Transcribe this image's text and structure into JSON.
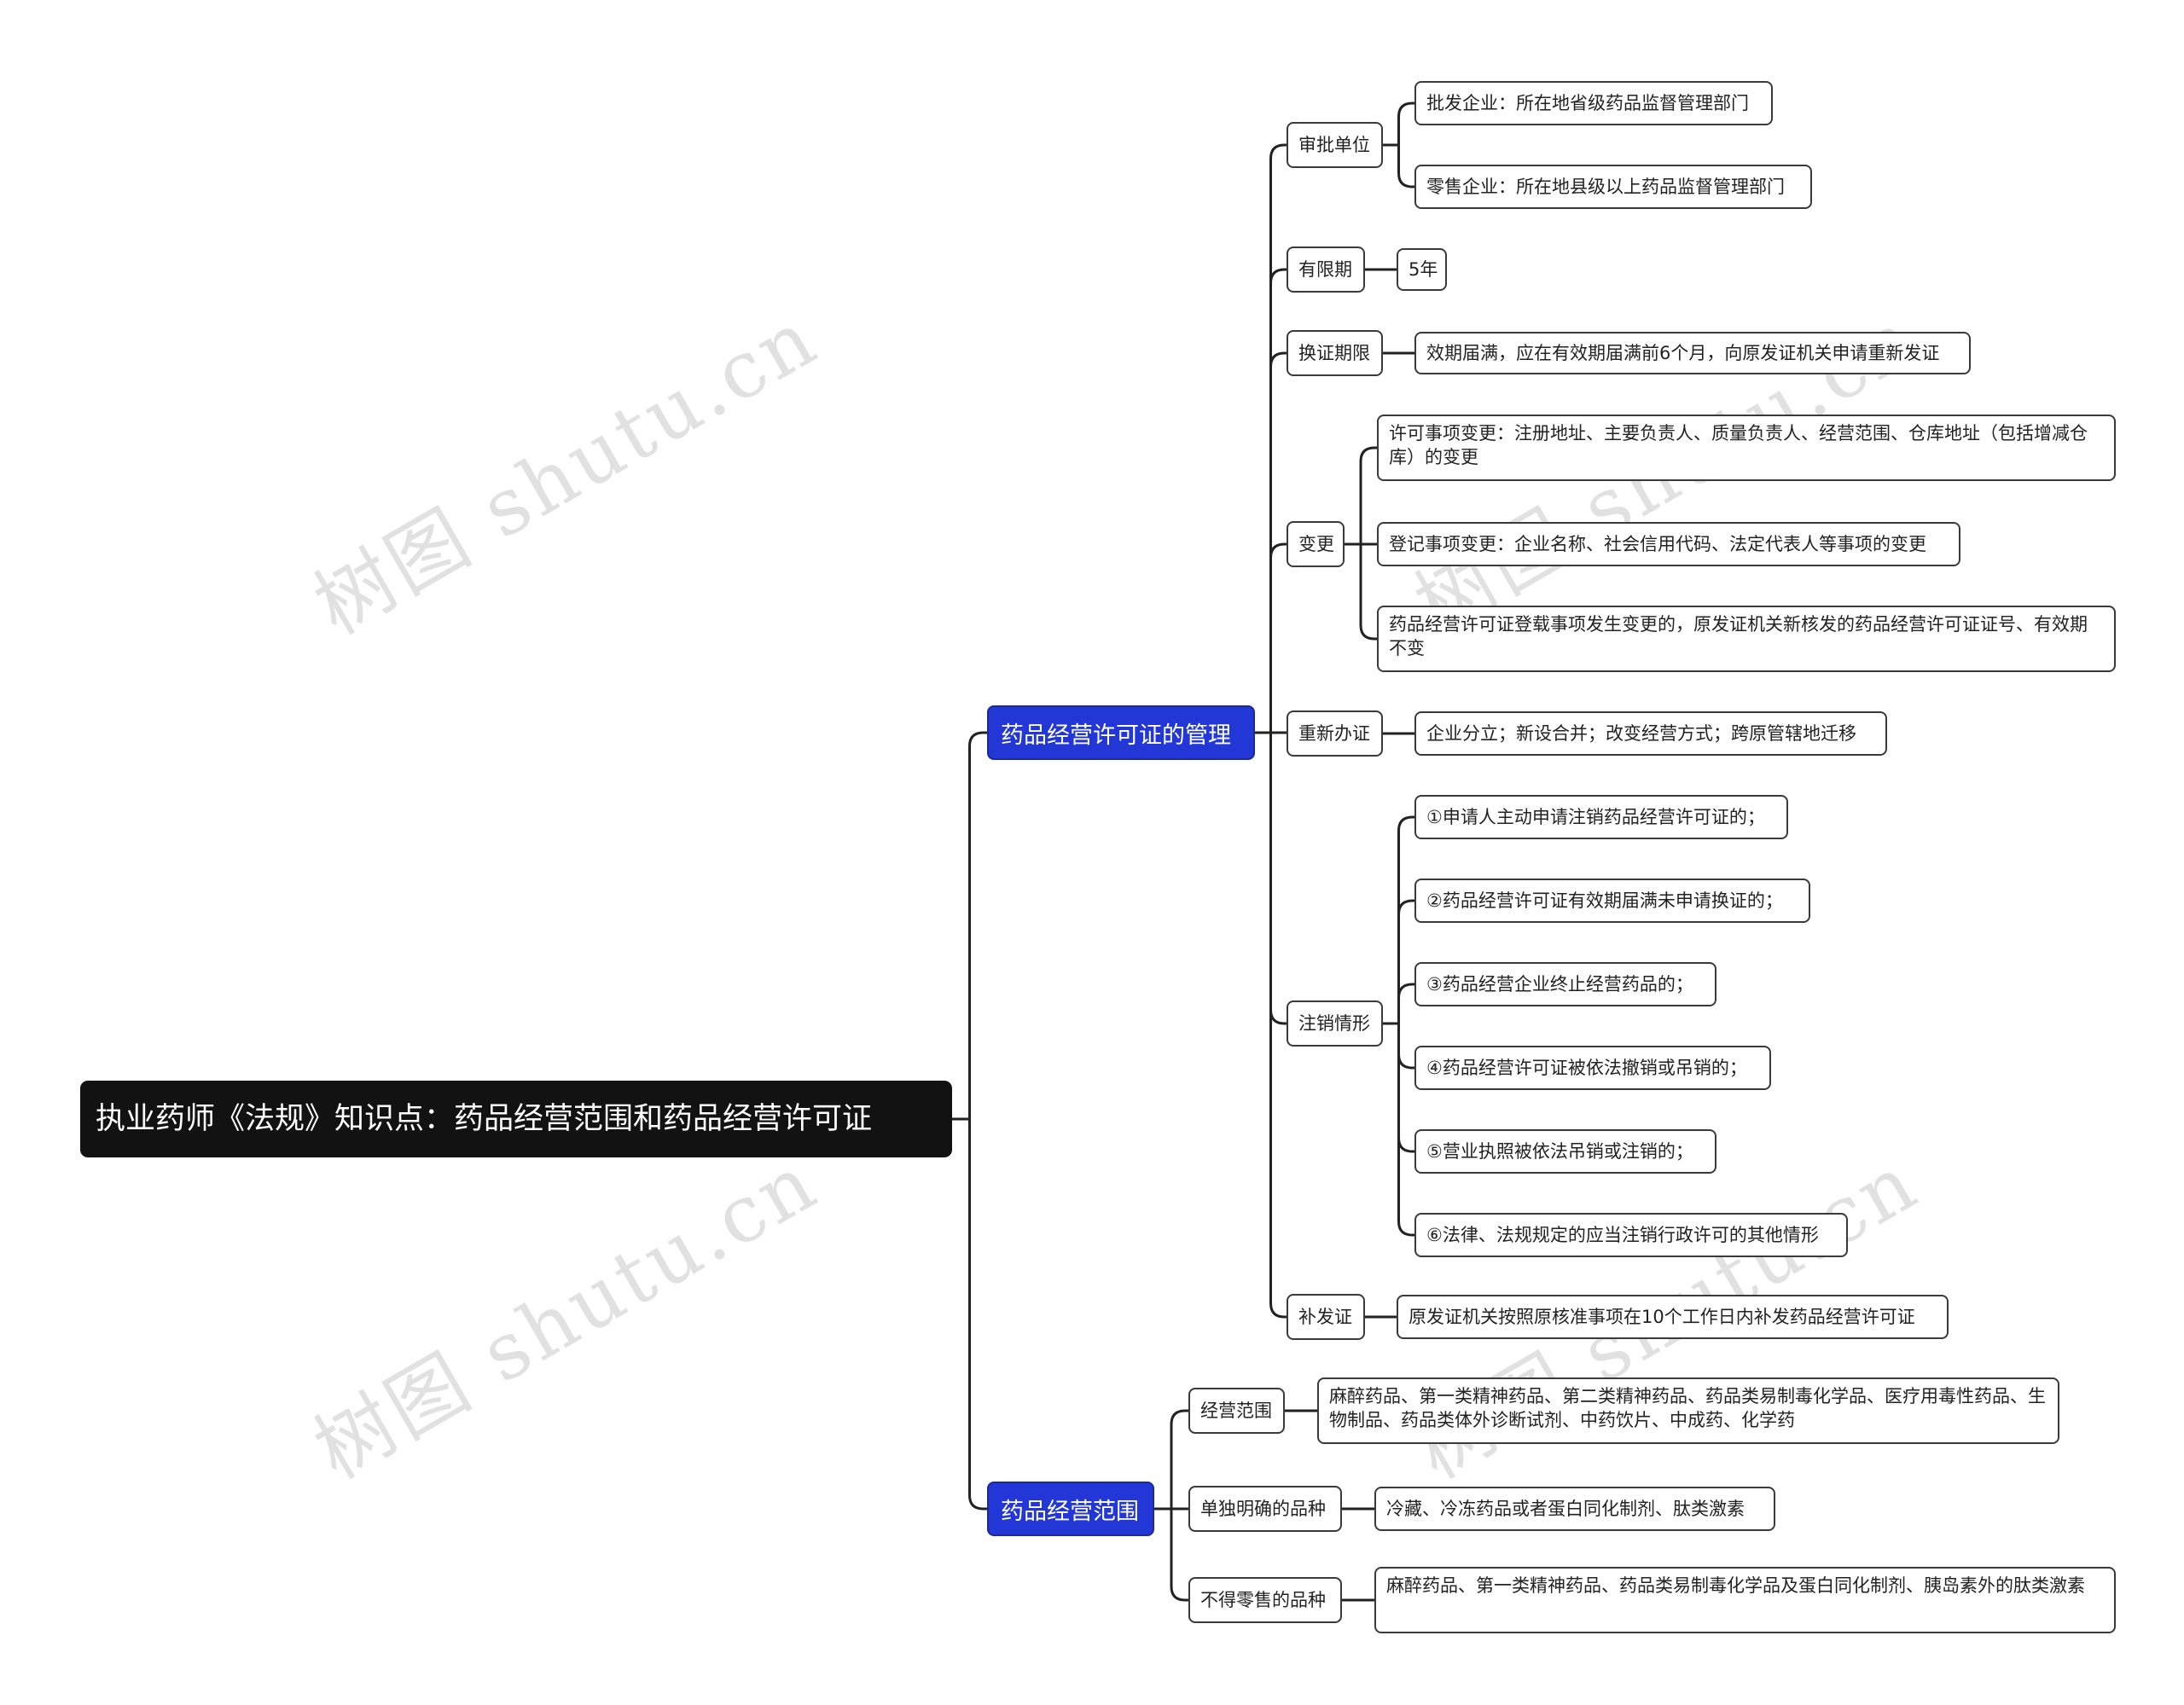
{
  "colors": {
    "root_bg": "#121212",
    "branch_bg": "#2237d6",
    "line": "#222222"
  },
  "root": {
    "label": "执业药师《法规》知识点：药品经营范围和药品经营许可证"
  },
  "branches": [
    {
      "label": "药品经营许可证的管理",
      "children": [
        {
          "label": "审批单位",
          "leaves": [
            "批发企业：所在地省级药品监督管理部门",
            "零售企业：所在地县级以上药品监督管理部门"
          ]
        },
        {
          "label": "有限期",
          "leaves": [
            "5年"
          ]
        },
        {
          "label": "换证期限",
          "leaves": [
            "效期届满，应在有效期届满前6个月，向原发证机关申请重新发证"
          ]
        },
        {
          "label": "变更",
          "leaves": [
            "许可事项变更：注册地址、主要负责人、质量负责人、经营范围、仓库地址（包括增减仓库）的变更",
            "登记事项变更：企业名称、社会信用代码、法定代表人等事项的变更",
            "药品经营许可证登载事项发生变更的，原发证机关新核发的药品经营许可证证号、有效期不变"
          ]
        },
        {
          "label": "重新办证",
          "leaves": [
            "企业分立；新设合并；改变经营方式；跨原管辖地迁移"
          ]
        },
        {
          "label": "注销情形",
          "leaves": [
            "①申请人主动申请注销药品经营许可证的；",
            "②药品经营许可证有效期届满未申请换证的；",
            "③药品经营企业终止经营药品的；",
            "④药品经营许可证被依法撤销或吊销的；",
            "⑤营业执照被依法吊销或注销的；",
            "⑥法律、法规规定的应当注销行政许可的其他情形"
          ]
        },
        {
          "label": "补发证",
          "leaves": [
            "原发证机关按照原核准事项在10个工作日内补发药品经营许可证"
          ]
        }
      ]
    },
    {
      "label": "药品经营范围",
      "children": [
        {
          "label": "经营范围",
          "leaves": [
            "麻醉药品、第一类精神药品、第二类精神药品、药品类易制毒化学品、医疗用毒性药品、生物制品、药品类体外诊断试剂、中药饮片、中成药、化学药"
          ]
        },
        {
          "label": "单独明确的品种",
          "leaves": [
            "冷藏、冷冻药品或者蛋白同化制剂、肽类激素"
          ]
        },
        {
          "label": "不得零售的品种",
          "leaves": [
            "麻醉药品、第一类精神药品、药品类易制毒化学品及蛋白同化制剂、胰岛素外的肽类激素"
          ]
        }
      ]
    }
  ],
  "watermark": "树图 shutu.cn"
}
